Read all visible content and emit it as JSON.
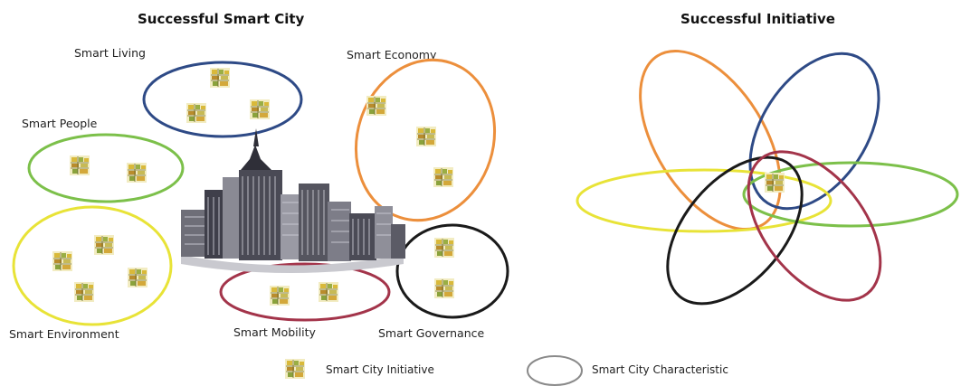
{
  "titles": {
    "smart_city": "Successful Smart City",
    "initiative": "Successful Initiative"
  },
  "characteristics": [
    {
      "id": "living",
      "label": "Smart Living",
      "color": "#2e4a86",
      "initiatives": 3
    },
    {
      "id": "economy",
      "label": "Smart Economy",
      "color": "#ec8f3c",
      "initiatives": 3
    },
    {
      "id": "people",
      "label": "Smart People",
      "color": "#7cc04a",
      "initiatives": 2
    },
    {
      "id": "environment",
      "label": "Smart Environment",
      "color": "#e8e337",
      "initiatives": 4
    },
    {
      "id": "mobility",
      "label": "Smart Mobility",
      "color": "#a3344a",
      "initiatives": 2
    },
    {
      "id": "governance",
      "label": "Smart Governance",
      "color": "#1a1a1a",
      "initiatives": 2
    }
  ],
  "initiative_venn": {
    "ring_colors": [
      "#ec8f3c",
      "#2e4a86",
      "#e8e337",
      "#7cc04a",
      "#1a1a1a",
      "#a3344a"
    ],
    "center_initiatives": 1
  },
  "legend": {
    "initiative_label": "Smart City Initiative",
    "characteristic_label": "Smart City Characteristic"
  },
  "icons": {
    "initiative": "initiative-icon",
    "city": "city-skyline-icon",
    "characteristic": "ellipse-icon"
  }
}
